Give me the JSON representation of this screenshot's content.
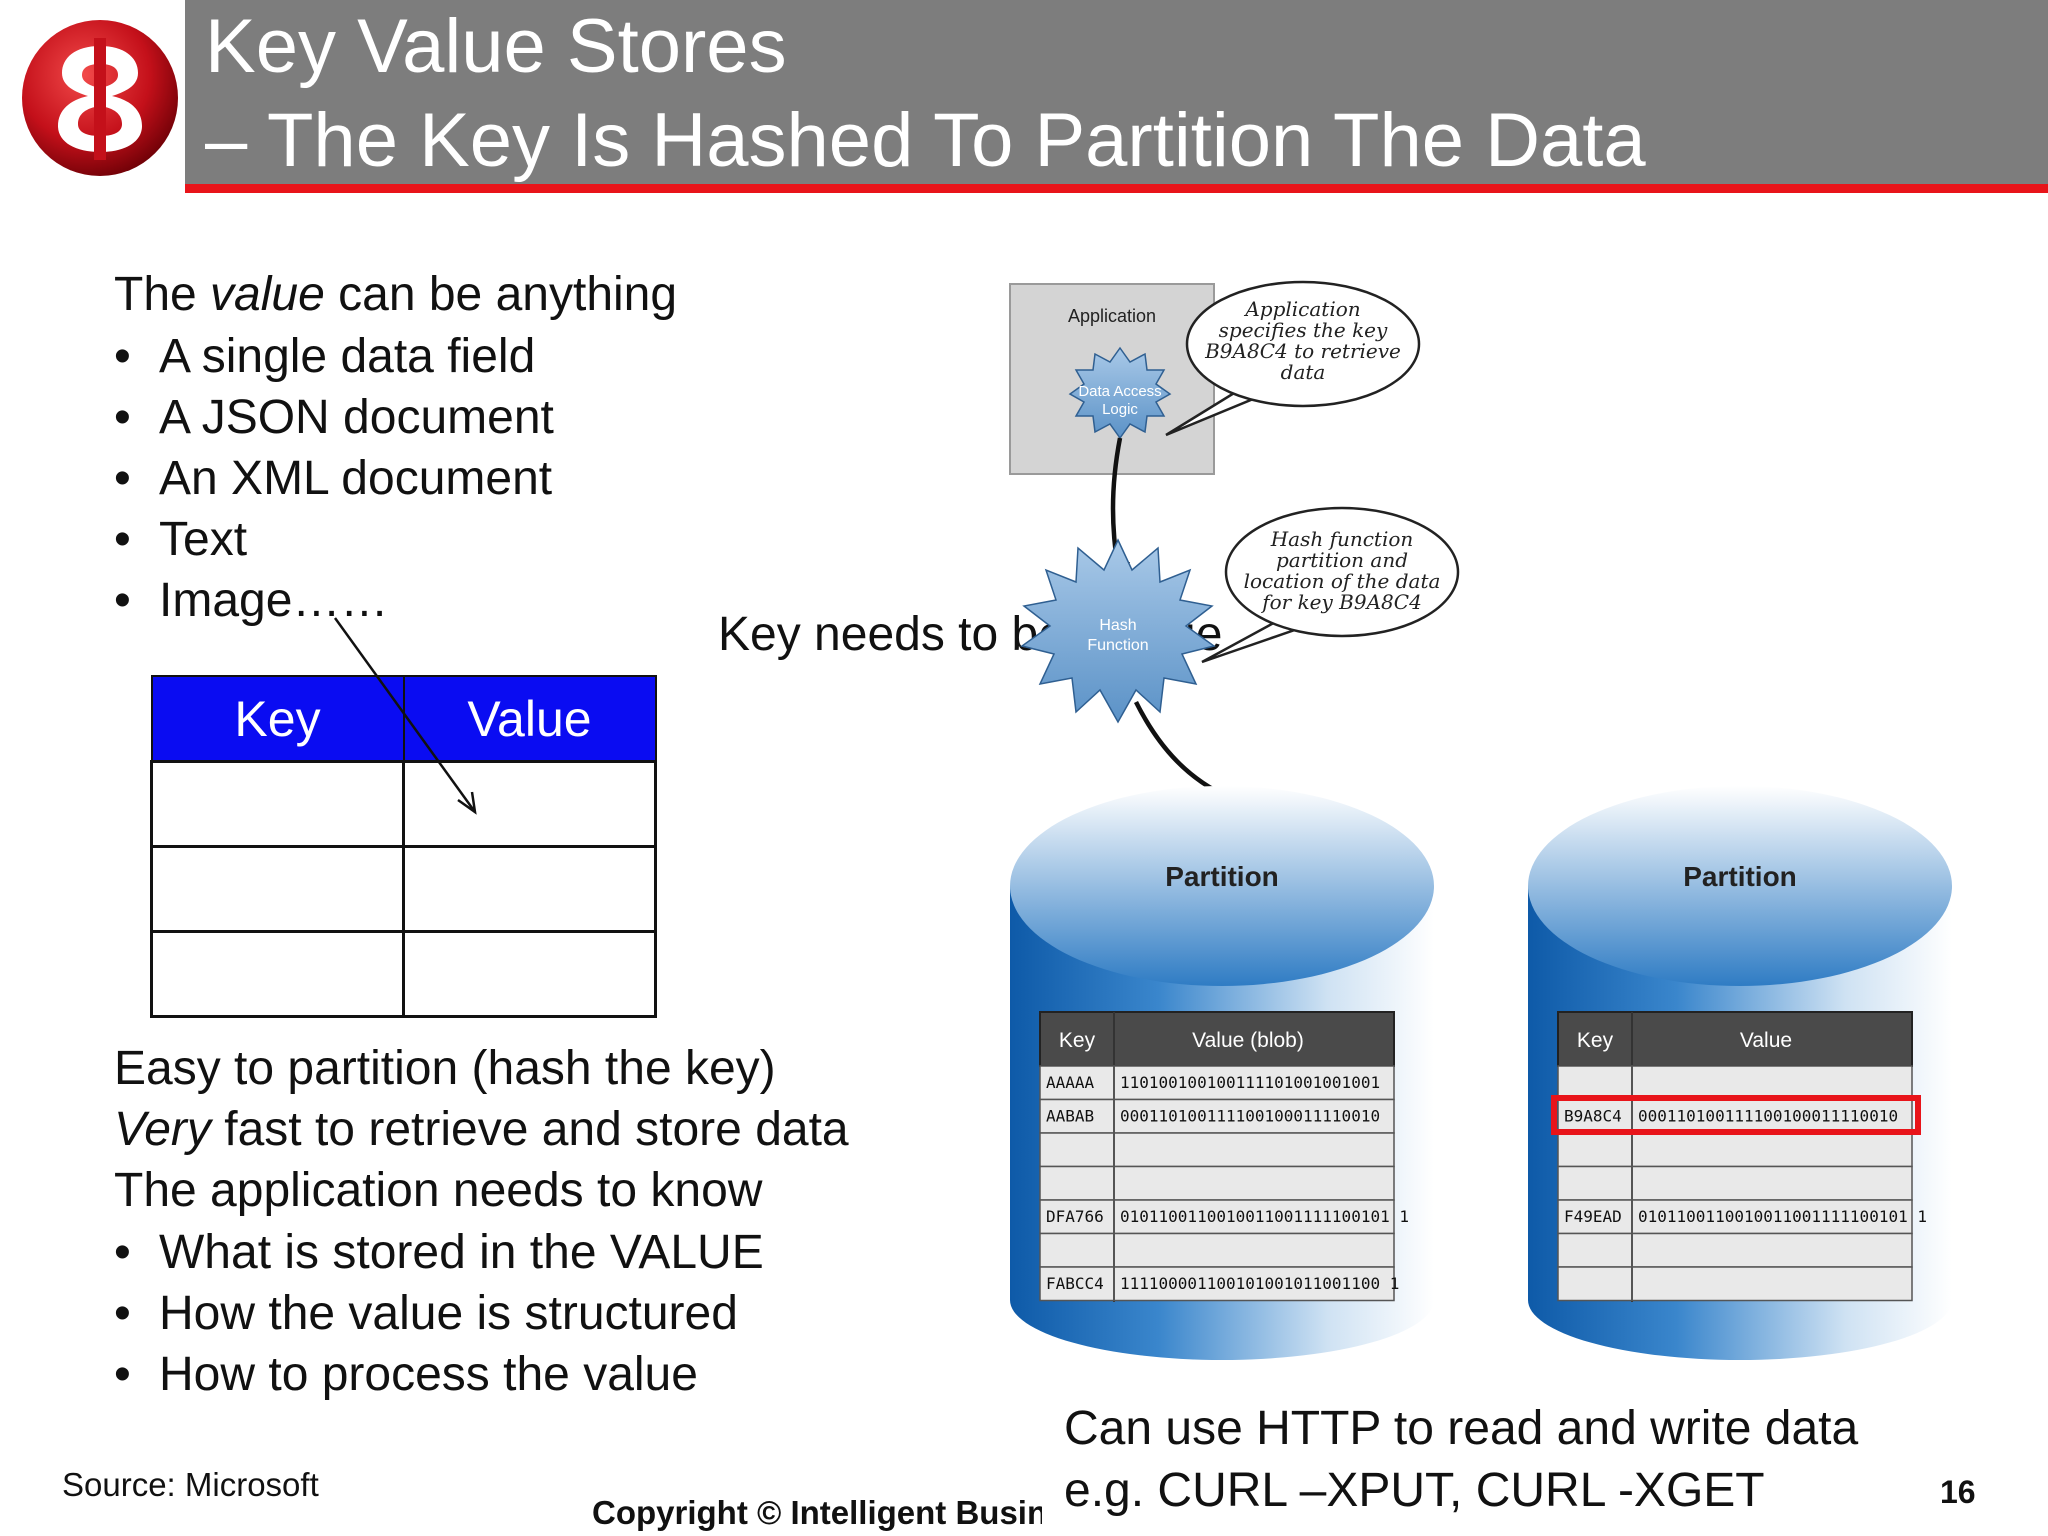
{
  "header": {
    "title_line1": "Key Value Stores",
    "title_line2": "– The Key Is Hashed To Partition The Data"
  },
  "left": {
    "intro_pre": "The ",
    "intro_em": "value",
    "intro_post": " can be anything",
    "value_items": [
      "A single data field",
      "A JSON document",
      "An XML document",
      "Text",
      "Image……"
    ],
    "table_headers": [
      "Key",
      "Value"
    ],
    "easy_line": "Easy to partition (hash the key)",
    "fast_em": "Very",
    "fast_rest": " fast to retrieve and store data",
    "app_line": "The application needs to know",
    "know_items": [
      "What is stored in the VALUE",
      "How the value is structured",
      "How to process the value"
    ]
  },
  "middle": {
    "unique_note": "Key needs to be unique"
  },
  "diagram": {
    "application_label": "Application",
    "data_access_label": [
      "Data Access",
      "Logic"
    ],
    "hash_label": [
      "Hash",
      "Function"
    ],
    "bubble_top": [
      "Application",
      "specifies the key",
      "B9A8C4 to retrieve",
      "data"
    ],
    "bubble_mid": [
      "Hash function",
      "partition and",
      "location of the data",
      "for key B9A8C4"
    ],
    "partition_left": {
      "title": "Partition",
      "headers": [
        "Key",
        "Value (blob)"
      ],
      "rows": [
        [
          "AAAAA",
          "110100100100111101001001001"
        ],
        [
          "AABAB",
          "000110100111100100011110010"
        ],
        [
          "",
          ""
        ],
        [
          "",
          ""
        ],
        [
          "DFA766",
          "0101100110010011001111100101 1"
        ],
        [
          "",
          ""
        ],
        [
          "FABCC4",
          "111100001100101001011001100 1"
        ]
      ]
    },
    "partition_right": {
      "title": "Partition",
      "headers": [
        "Key",
        "Value"
      ],
      "rows": [
        [
          "",
          ""
        ],
        [
          "B9A8C4",
          "000110100111100100011110010"
        ],
        [
          "",
          ""
        ],
        [
          "",
          ""
        ],
        [
          "F49EAD",
          "0101100110010011001111100101 1"
        ],
        [
          "",
          ""
        ],
        [
          "",
          ""
        ]
      ]
    },
    "highlight_color": "#e8141a"
  },
  "bottom": {
    "http_line1": "Can use HTTP to read and write data",
    "http_line2": "e.g. CURL –XPUT, CURL -XGET",
    "source": "Source: Microsoft",
    "copyright": "Copyright © Intelligent Busine",
    "page_number": "16"
  },
  "colors": {
    "header_gray": "#7d7d7d",
    "accent_red": "#e8141a",
    "table_header_blue": "#0a0cf2"
  }
}
